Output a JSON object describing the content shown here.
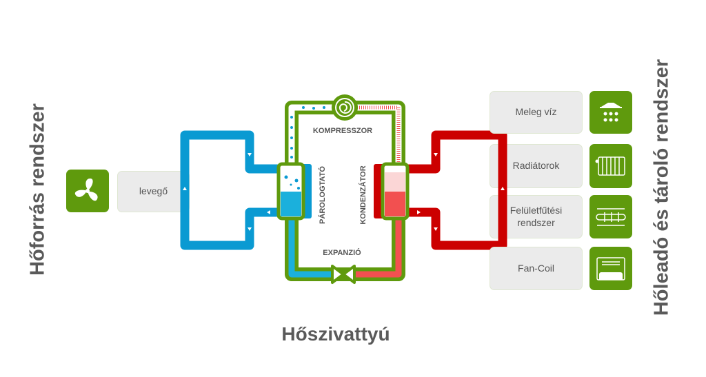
{
  "left_title": "Hőforrás rendszer",
  "right_title": "Hőleadó és tároló rendszer",
  "main_title": "Hőszivattyú",
  "source": {
    "label": "levegő",
    "icon": "fan-icon"
  },
  "components": {
    "compressor": "KOMPRESSZOR",
    "evaporator": "PÁROLOGTATÓ",
    "condenser": "KONDENZÁTOR",
    "expansion": "EXPANZIÓ"
  },
  "outputs": [
    {
      "label": "Meleg víz",
      "icon": "shower-icon"
    },
    {
      "label": "Radiátorok",
      "icon": "radiator-icon"
    },
    {
      "label": "Felületfűtési rendszer",
      "icon": "floor-heating-icon"
    },
    {
      "label": "Fan-Coil",
      "icon": "fan-coil-icon"
    }
  ],
  "colors": {
    "green": "#5f9a0d",
    "blue": "#0a9ad2",
    "red": "#cc0000",
    "light_red": "#f25050",
    "light_blue": "#1bb0dc"
  }
}
